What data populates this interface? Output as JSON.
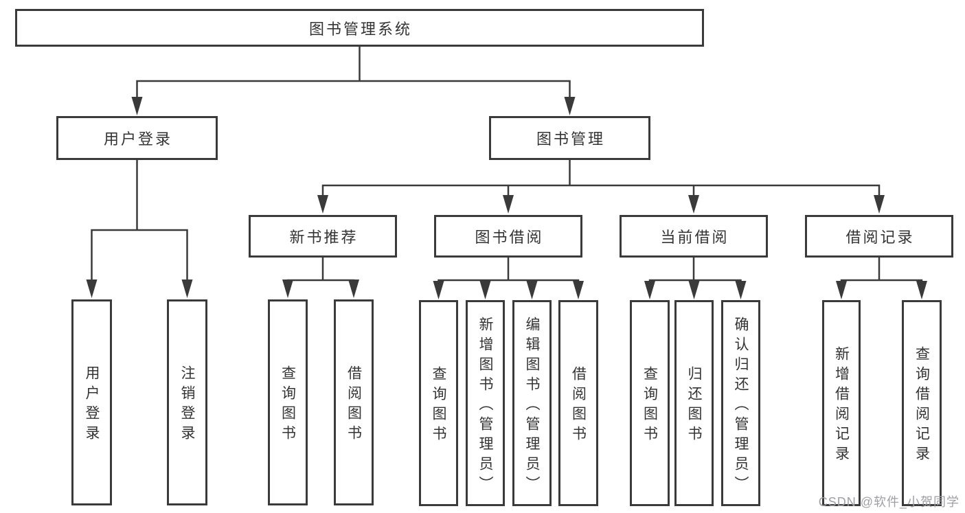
{
  "diagram_title": "图书管理系统",
  "nodes": {
    "root": {
      "label": "图书管理系统"
    },
    "user_login": {
      "label": "用户登录",
      "leaves": [
        {
          "label": "用户登录"
        },
        {
          "label": "注销登录"
        }
      ]
    },
    "book_mgmt": {
      "label": "图书管理",
      "groups": [
        {
          "label": "新书推荐",
          "leaves": [
            {
              "label": "查询图书"
            },
            {
              "label": "借阅图书"
            }
          ]
        },
        {
          "label": "图书借阅",
          "leaves": [
            {
              "label": "查询图书"
            },
            {
              "label": "新增图书（管理员）"
            },
            {
              "label": "编辑图书（管理员）"
            },
            {
              "label": "借阅图书"
            }
          ]
        },
        {
          "label": "当前借阅",
          "leaves": [
            {
              "label": "查询图书"
            },
            {
              "label": "归还图书"
            },
            {
              "label": "确认归还（管理员）"
            }
          ]
        },
        {
          "label": "借阅记录",
          "leaves": [
            {
              "label": "新增借阅记录"
            },
            {
              "label": "查询借阅记录"
            }
          ]
        }
      ]
    }
  },
  "watermark": {
    "text": "CSDN @软件_小贺同学"
  },
  "colors": {
    "line": "#3a3a3a",
    "border": "#3a3a3a",
    "text": "#333333",
    "box_background": "#ffffff",
    "page_background": "#ffffff",
    "watermark": "#9e9ea4"
  }
}
